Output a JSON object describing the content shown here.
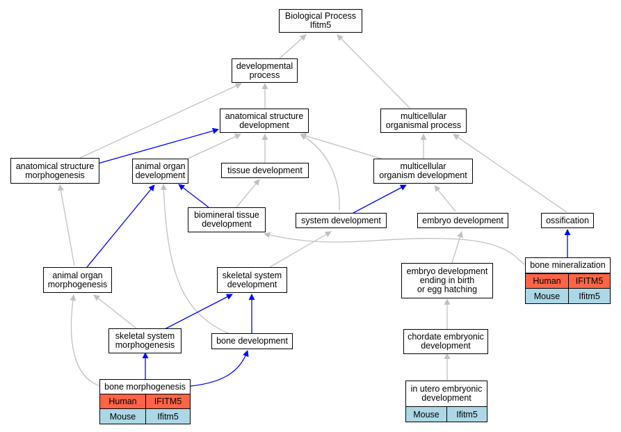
{
  "nodes": {
    "bp": "Biological Process\nIfitm5",
    "dev_process": "developmental\nprocess",
    "asd": "anatomical structure\ndevelopment",
    "mop": "multicellular\norganismal process",
    "asm": "anatomical structure\nmorphogenesis",
    "aod": "animal organ\ndevelopment",
    "tissue_dev": "tissue development",
    "mod": "multicellular\norganism development",
    "btd": "biomineral tissue\ndevelopment",
    "sys_dev": "system development",
    "embryo_dev": "embryo development",
    "ossification": "ossification",
    "aom": "animal organ\nmorphogenesis",
    "ssd": "skeletal system\ndevelopment",
    "edebe": "embryo development\nending in birth\nor egg hatching",
    "bone_min": "bone mineralization",
    "ssm": "skeletal system\nmorphogenesis",
    "bone_dev": "bone development",
    "chordate": "chordate embryonic\ndevelopment",
    "bone_morph": "bone morphogenesis",
    "utero": "in utero embryonic\ndevelopment"
  },
  "annotations": {
    "bone_morph": {
      "human": [
        "Human",
        "IFITM5"
      ],
      "mouse": [
        "Mouse",
        "Ifitm5"
      ]
    },
    "bone_min": {
      "human": [
        "Human",
        "IFITM5"
      ],
      "mouse": [
        "Mouse",
        "Ifitm5"
      ]
    },
    "utero": {
      "mouse": [
        "Mouse",
        "Ifitm5"
      ]
    }
  },
  "colors": {
    "is_a_edge": "#c0c0c0",
    "part_of_edge": "#0000ff",
    "human_fill": "#fe6447",
    "mouse_fill": "#acd8e6"
  }
}
